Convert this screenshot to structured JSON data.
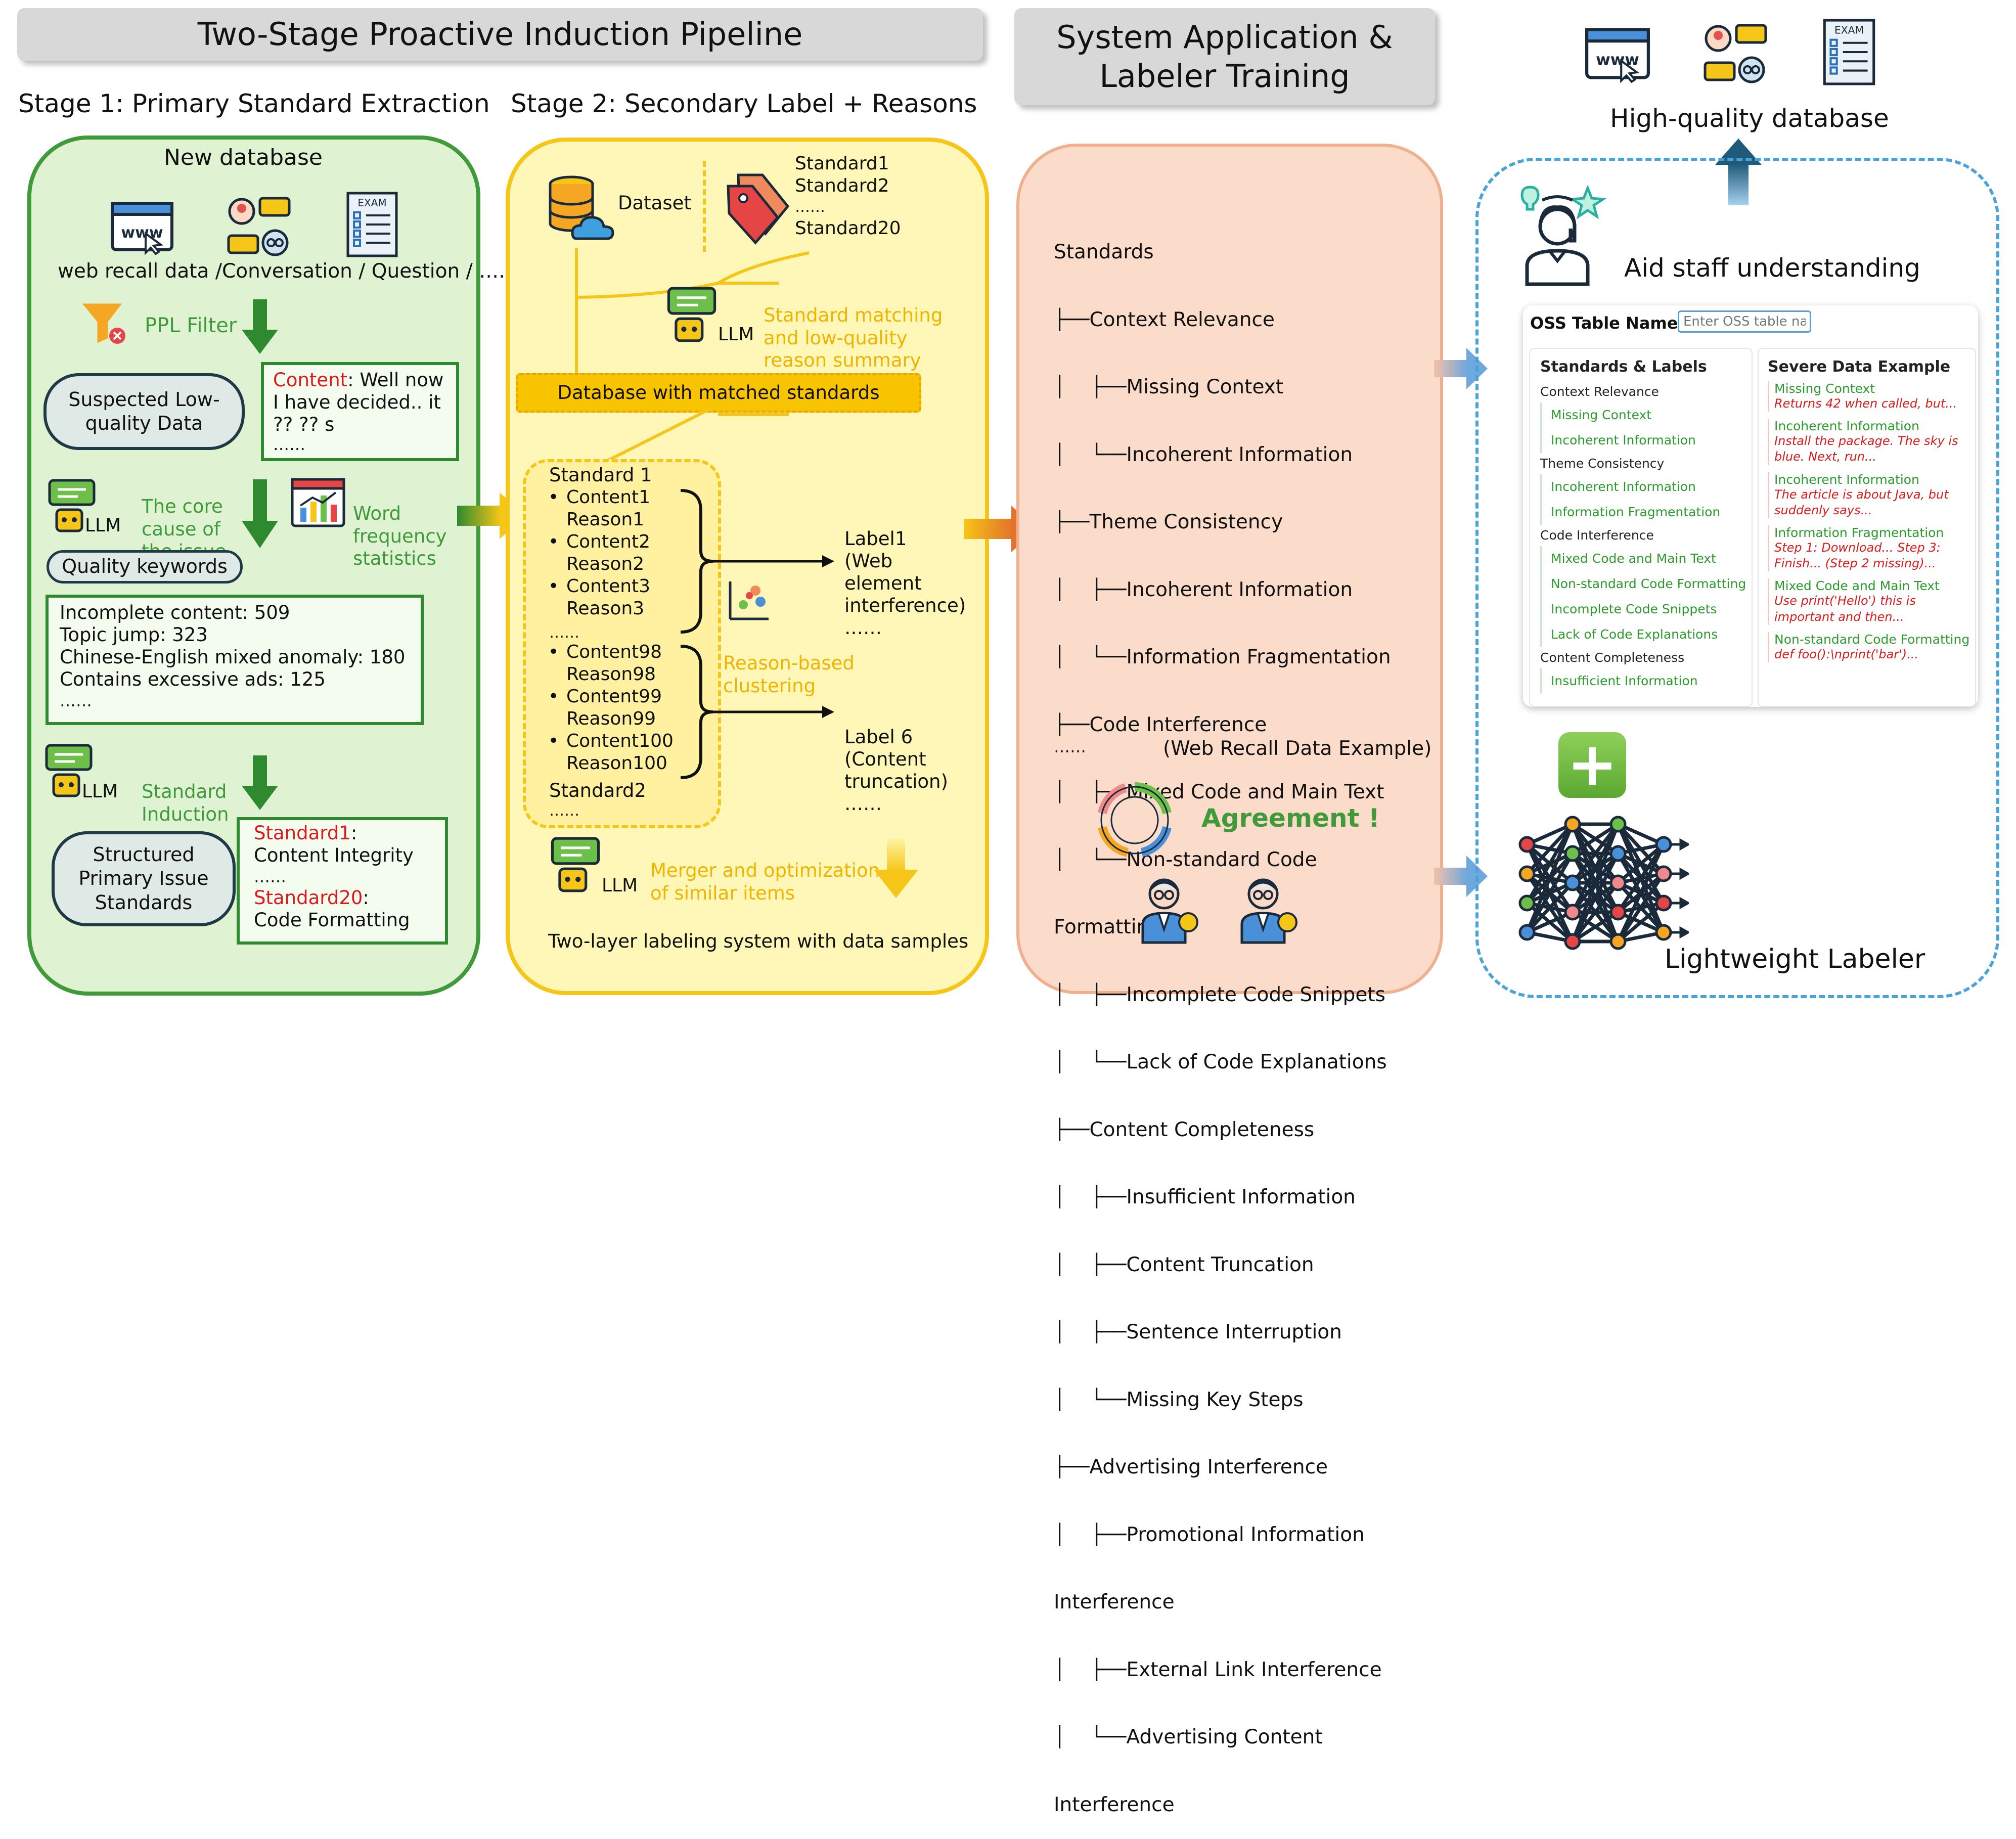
{
  "titles": {
    "pipeline": "Two-Stage Proactive Induction Pipeline",
    "system": "System Application &\nLabeler Training"
  },
  "stage1": {
    "heading": "Stage 1: Primary Standard Extraction",
    "new_database": "New database",
    "sources": "web recall data /Conversation / Question / ……",
    "ppl_filter": "PPL Filter",
    "suspected": "Suspected Low-\nquality Data",
    "content_label": "Content",
    "content_text_1": ": Well now",
    "content_text_2": "I have decided.. it",
    "content_text_3": "??   ?? s",
    "content_text_4": "……",
    "llm": "LLM",
    "core_cause": "The core\ncause of\nthe issue",
    "word_freq": "Word\nfrequency\nstatistics",
    "quality_keywords": "Quality keywords",
    "keywords": [
      "Incomplete content: 509",
      "Topic jump: 323",
      "Chinese-English mixed anomaly: 180",
      "Contains excessive ads: 125",
      "……"
    ],
    "standard_induction": "Standard\nInduction",
    "structured": "Structured\nPrimary Issue\nStandards",
    "std1_label": "Standard1",
    "std1_colon": ":",
    "std1_value": "Content Integrity",
    "dots": "……",
    "std20_label": "Standard20",
    "std20_colon": ":",
    "std20_value": "Code Formatting"
  },
  "stage2": {
    "heading": "Stage 2: Secondary Label + Reasons",
    "dataset": "Dataset",
    "standards": [
      "Standard1",
      "Standard2",
      "……",
      "Standard20"
    ],
    "llm": "LLM",
    "matching": "Standard matching\nand low-quality\nreason summary",
    "db_matched": "Database with matched standards",
    "standard1": "Standard 1",
    "items_top": [
      {
        "content": "Content1",
        "reason": "Reason1"
      },
      {
        "content": "Content2",
        "reason": "Reason2"
      },
      {
        "content": "Content3",
        "reason": "Reason3"
      }
    ],
    "mid_dots": "……",
    "items_bottom": [
      {
        "content": "Content98",
        "reason": "Reason98"
      },
      {
        "content": "Content99",
        "reason": "Reason99"
      },
      {
        "content": "Content100",
        "reason": "Reason100"
      }
    ],
    "standard2": "Standard2",
    "end_dots": "……",
    "label1": "Label1\n(Web\nelement\ninterference)\n……",
    "label6": "Label 6\n(Content\ntruncation)\n……",
    "clustering": "Reason-based\nclustering",
    "merger": "Merger and optimization\nof similar items",
    "two_layer": "Two-layer labeling system with data samples"
  },
  "tree": {
    "lines": [
      "Standards",
      "├──Context Relevance",
      "│    ├──Missing Context",
      "│    └──Incoherent Information",
      "├──Theme Consistency",
      "│    ├──Incoherent Information",
      "│    └──Information Fragmentation",
      "├──Code Interference",
      "│    ├──Mixed Code and Main Text",
      "│    └──Non-standard Code",
      "Formatting",
      "│    ├──Incomplete Code Snippets",
      "│    └──Lack of Code Explanations",
      "├──Content Completeness",
      "│    ├──Insufficient Information",
      "│    ├──Content Truncation",
      "│    ├──Sentence Interruption",
      "│    └──Missing Key Steps",
      "├──Advertising Interference",
      "│    ├──Promotional Information",
      "Interference",
      "│    ├──External Link Interference",
      "│    └──Advertising Content",
      "Interference"
    ],
    "footer_dots": "……",
    "footer_note": "(Web Recall Data Example)",
    "agreement": "Agreement !"
  },
  "right": {
    "hq_db": "High-quality database",
    "aid_staff": "Aid staff understanding",
    "oss_label": "OSS Table Name:",
    "oss_placeholder": "Enter OSS table name",
    "col1_title": "Standards & Labels",
    "col1": [
      {
        "type": "cat",
        "text": "Context Relevance"
      },
      {
        "type": "item",
        "text": "Missing Context"
      },
      {
        "type": "item",
        "text": "Incoherent Information"
      },
      {
        "type": "cat",
        "text": "Theme Consistency"
      },
      {
        "type": "item",
        "text": "Incoherent Information"
      },
      {
        "type": "item",
        "text": "Information Fragmentation"
      },
      {
        "type": "cat",
        "text": "Code Interference"
      },
      {
        "type": "item",
        "text": "Mixed Code and Main Text"
      },
      {
        "type": "item",
        "text": "Non-standard Code Formatting"
      },
      {
        "type": "item",
        "text": "Incomplete Code Snippets"
      },
      {
        "type": "item",
        "text": "Lack of Code Explanations"
      },
      {
        "type": "cat",
        "text": "Content Completeness"
      },
      {
        "type": "item",
        "text": "Insufficient Information"
      }
    ],
    "col2_title": "Severe Data Example",
    "col2": [
      {
        "label": "Missing Context",
        "example": "Returns 42 when called, but..."
      },
      {
        "label": "Incoherent Information",
        "example": "Install the package. The sky is blue. Next, run..."
      },
      {
        "label": "Incoherent Information",
        "example": "The article is about Java, but suddenly says..."
      },
      {
        "label": "Information Fragmentation",
        "example": "Step 1: Download... Step 3: Finish... (Step 2 missing)..."
      },
      {
        "label": "Mixed Code and Main Text",
        "example": "Use print('Hello') this is important and then..."
      },
      {
        "label": "Non-standard Code Formatting",
        "example": "def foo():\\nprint('bar')..."
      }
    ],
    "plus": "+",
    "lightweight": "Lightweight Labeler"
  },
  "colors": {
    "green": "#3f9a3a",
    "yellow": "#f5c518",
    "salmon": "#fbdccb",
    "blue": "#4aa3d8",
    "red": "#d81b1b",
    "orange": "#f0b400"
  },
  "icons": [
    "www-browser-icon",
    "conversation-icon",
    "exam-sheet-icon",
    "funnel-icon",
    "bar-chart-icon",
    "llm-robot-icon",
    "database-cloud-icon",
    "tag-icon",
    "scatter-plot-icon",
    "cycle-icon",
    "expert-icon",
    "person-idea-icon",
    "plus-icon",
    "neural-network-icon"
  ]
}
